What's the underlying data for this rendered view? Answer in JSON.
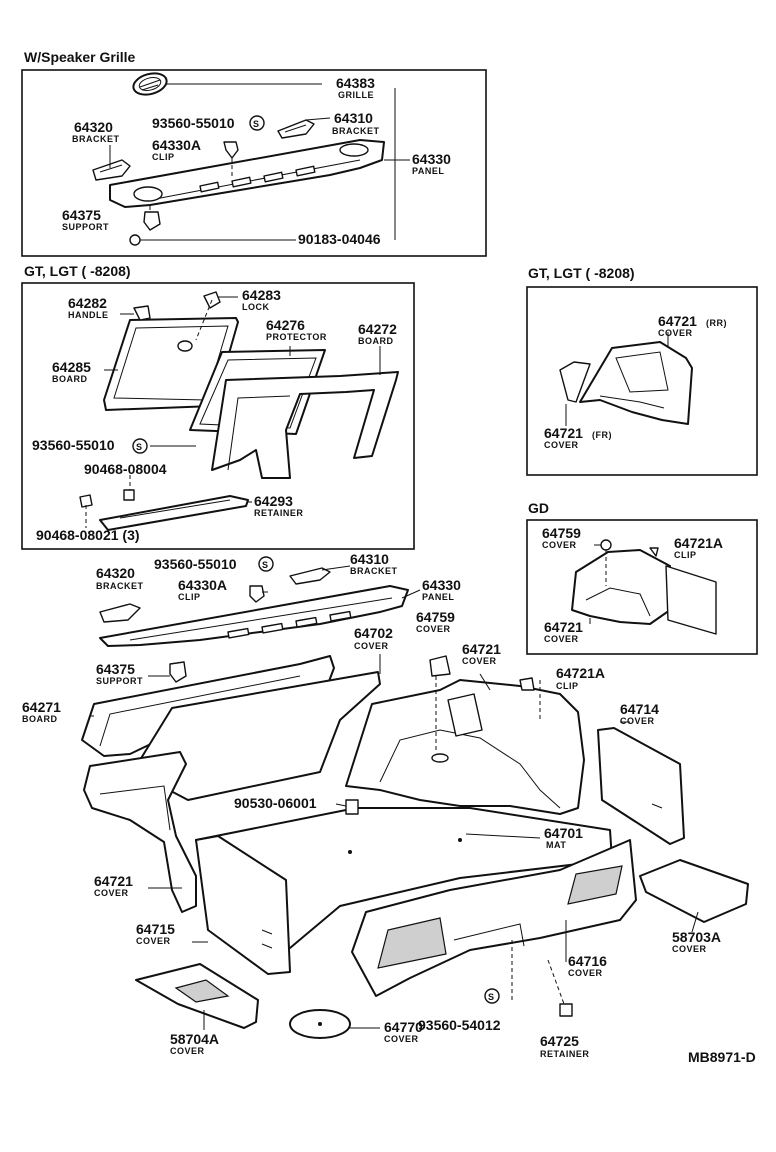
{
  "sections": {
    "speaker_grille": "W/Speaker Grille",
    "gt_lgt_left": "GT, LGT (        -8208)",
    "gt_lgt_right": "GT, LGT (        -8208)",
    "gd": "GD"
  },
  "parts": {
    "p64383": {
      "number": "64383",
      "desc": "GRILLE"
    },
    "p64320a": {
      "number": "64320",
      "desc": "BRACKET"
    },
    "s93560a": {
      "number": "93560-55010"
    },
    "p64310a": {
      "number": "64310",
      "desc": "BRACKET"
    },
    "p64330Aa": {
      "number": "64330A",
      "desc": "CLIP"
    },
    "p64330a": {
      "number": "64330",
      "desc": "PANEL"
    },
    "p64375a": {
      "number": "64375",
      "desc": "SUPPORT"
    },
    "s90183": {
      "number": "90183-04046"
    },
    "p64282": {
      "number": "64282",
      "desc": "HANDLE"
    },
    "p64283": {
      "number": "64283",
      "desc": "LOCK"
    },
    "p64276": {
      "number": "64276",
      "desc": "PROTECTOR"
    },
    "p64272": {
      "number": "64272",
      "desc": "BOARD"
    },
    "p64285": {
      "number": "64285",
      "desc": "BOARD"
    },
    "s93560b": {
      "number": "93560-55010"
    },
    "s90468a": {
      "number": "90468-08004"
    },
    "p64293": {
      "number": "64293",
      "desc": "RETAINER"
    },
    "s90468b": {
      "number": "90468-08021 (3)"
    },
    "p64721rr": {
      "number": "64721",
      "suffix": "(RR)",
      "desc": "COVER"
    },
    "p64721fr": {
      "number": "64721",
      "suffix": "(FR)",
      "desc": "COVER"
    },
    "p64759gd": {
      "number": "64759",
      "desc": "COVER"
    },
    "p64721Agd": {
      "number": "64721A",
      "desc": "CLIP"
    },
    "p64721gd": {
      "number": "64721",
      "desc": "COVER"
    },
    "s93560c": {
      "number": "93560-55010"
    },
    "p64310b": {
      "number": "64310",
      "desc": "BRACKET"
    },
    "p64320b": {
      "number": "64320",
      "desc": "BRACKET"
    },
    "p64330Ab": {
      "number": "64330A",
      "desc": "CLIP"
    },
    "p64330b": {
      "number": "64330",
      "desc": "PANEL"
    },
    "p64759": {
      "number": "64759",
      "desc": "COVER"
    },
    "p64702": {
      "number": "64702",
      "desc": "COVER"
    },
    "p64721m": {
      "number": "64721",
      "desc": "COVER"
    },
    "p64375b": {
      "number": "64375",
      "desc": "SUPPORT"
    },
    "p64721Am": {
      "number": "64721A",
      "desc": "CLIP"
    },
    "p64271": {
      "number": "64271",
      "desc": "BOARD"
    },
    "p64714": {
      "number": "64714",
      "desc": "COVER"
    },
    "s90530": {
      "number": "90530-06001"
    },
    "p64701": {
      "number": "64701",
      "desc": "MAT"
    },
    "p64721l": {
      "number": "64721",
      "desc": "COVER"
    },
    "p58703A": {
      "number": "58703A",
      "desc": "COVER"
    },
    "p64715": {
      "number": "64715",
      "desc": "COVER"
    },
    "p64716": {
      "number": "64716",
      "desc": "COVER"
    },
    "p64770": {
      "number": "64770",
      "desc": "COVER"
    },
    "s93560d": {
      "number": "93560-54012"
    },
    "p58704A": {
      "number": "58704A",
      "desc": "COVER"
    },
    "p64725": {
      "number": "64725",
      "desc": "RETAINER"
    }
  },
  "symbols": {
    "s": "S"
  },
  "diagram_code": "MB8971-D",
  "colors": {
    "ink": "#111111",
    "paper": "#ffffff",
    "shade": "#cfcfcf"
  }
}
